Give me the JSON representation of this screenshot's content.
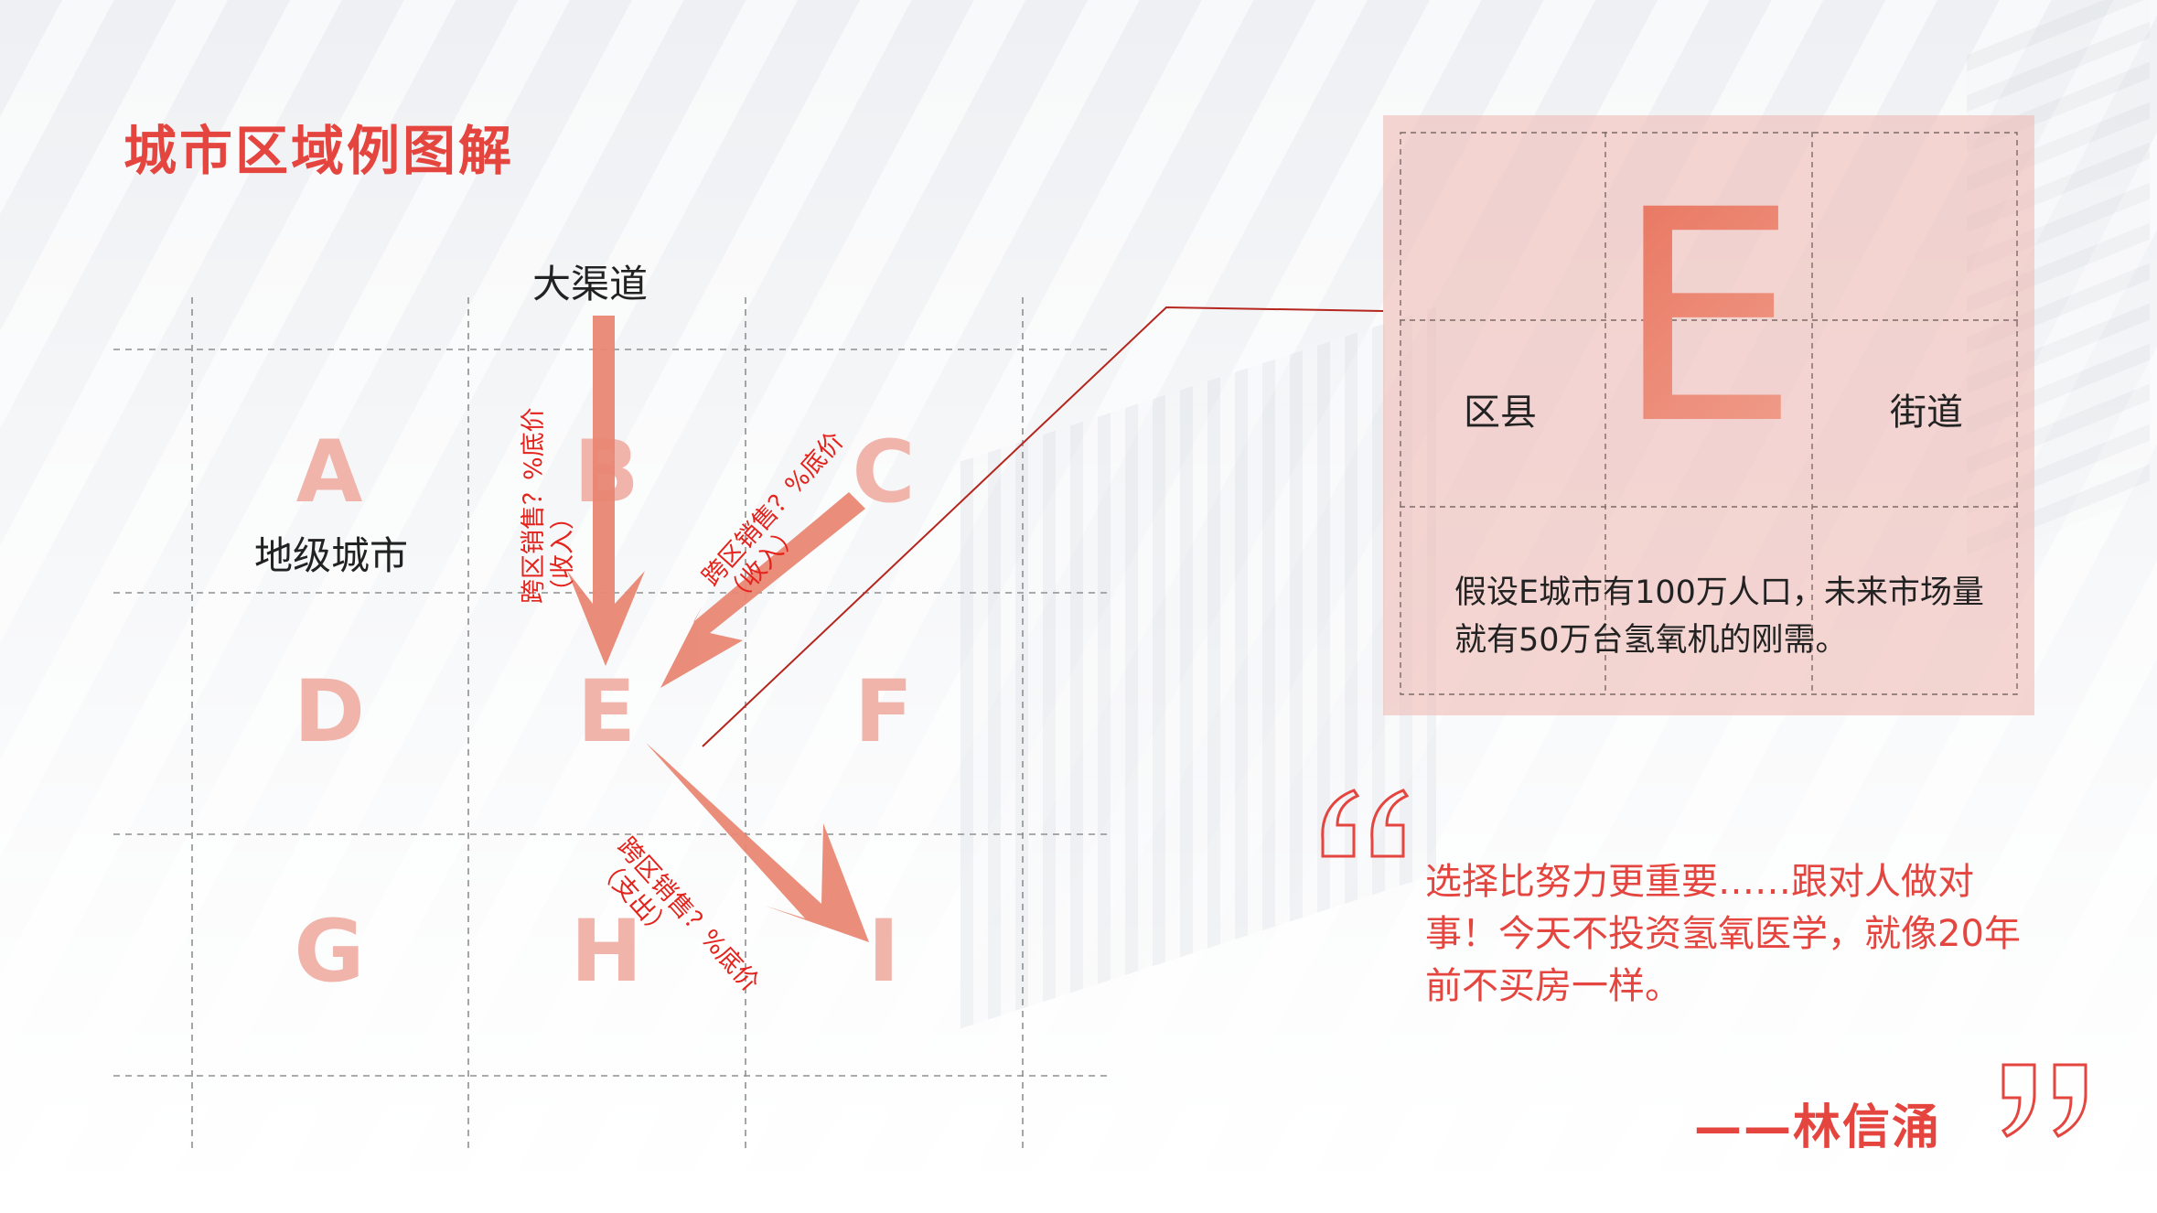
{
  "title": "城市区域例图解",
  "grid": {
    "letters": [
      "A",
      "B",
      "C",
      "D",
      "E",
      "F",
      "G",
      "H",
      "I"
    ],
    "label_top": "大渠道",
    "label_city": "地级城市"
  },
  "arrows": {
    "b_label": "跨区销售？%底价\n（收入）",
    "c_label": "跨区销售？%底价\n（收入）",
    "i_label": "跨区销售？%底价\n（支出）"
  },
  "panel": {
    "big_letter": "E",
    "left_label": "区县",
    "right_label": "街道",
    "text": "假设E城市有100万人口，未来市场量就有50万台氢氧机的刚需。"
  },
  "quote": {
    "text": "选择比努力更重要……跟对人做对事！今天不投资氢氧医学，就像20年前不买房一样。",
    "author": "——林信涌"
  },
  "colors": {
    "accent": "#e5453f",
    "arrow": "#e98773",
    "letter": "#f0b4aa",
    "panel": "#efbab5"
  }
}
